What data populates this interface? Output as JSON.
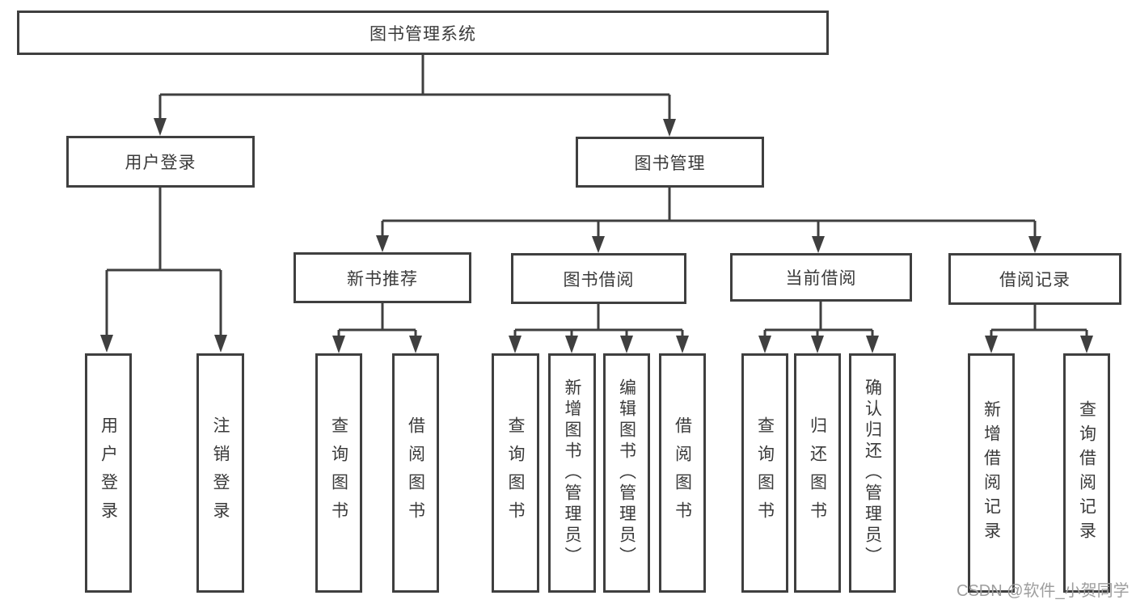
{
  "diagram": {
    "root": {
      "label": "图书管理系统"
    },
    "level2": {
      "user_login": {
        "label": "用户登录"
      },
      "book_mgmt": {
        "label": "图书管理"
      }
    },
    "level3": {
      "new_books": {
        "label": "新书推荐"
      },
      "book_borrow": {
        "label": "图书借阅"
      },
      "current_borrow": {
        "label": "当前借阅"
      },
      "borrow_records": {
        "label": "借阅记录"
      }
    },
    "leaves": {
      "user_login": [
        "用户登录",
        "注销登录"
      ],
      "new_books": [
        "查询图书",
        "借阅图书"
      ],
      "book_borrow": [
        "查询图书",
        "新增图书（管理员）",
        "编辑图书（管理员）",
        "借阅图书"
      ],
      "current_borrow": [
        "查询图书",
        "归还图书",
        "确认归还（管理员）"
      ],
      "borrow_records": [
        "新增借阅记录",
        "查询借阅记录"
      ]
    }
  },
  "watermark": {
    "text": "CSDN @软件_小贺同学"
  },
  "colors": {
    "line": "#3f3f3f",
    "text": "#3a3a3a",
    "watermark": "#9e9e9e",
    "background": "#ffffff"
  }
}
